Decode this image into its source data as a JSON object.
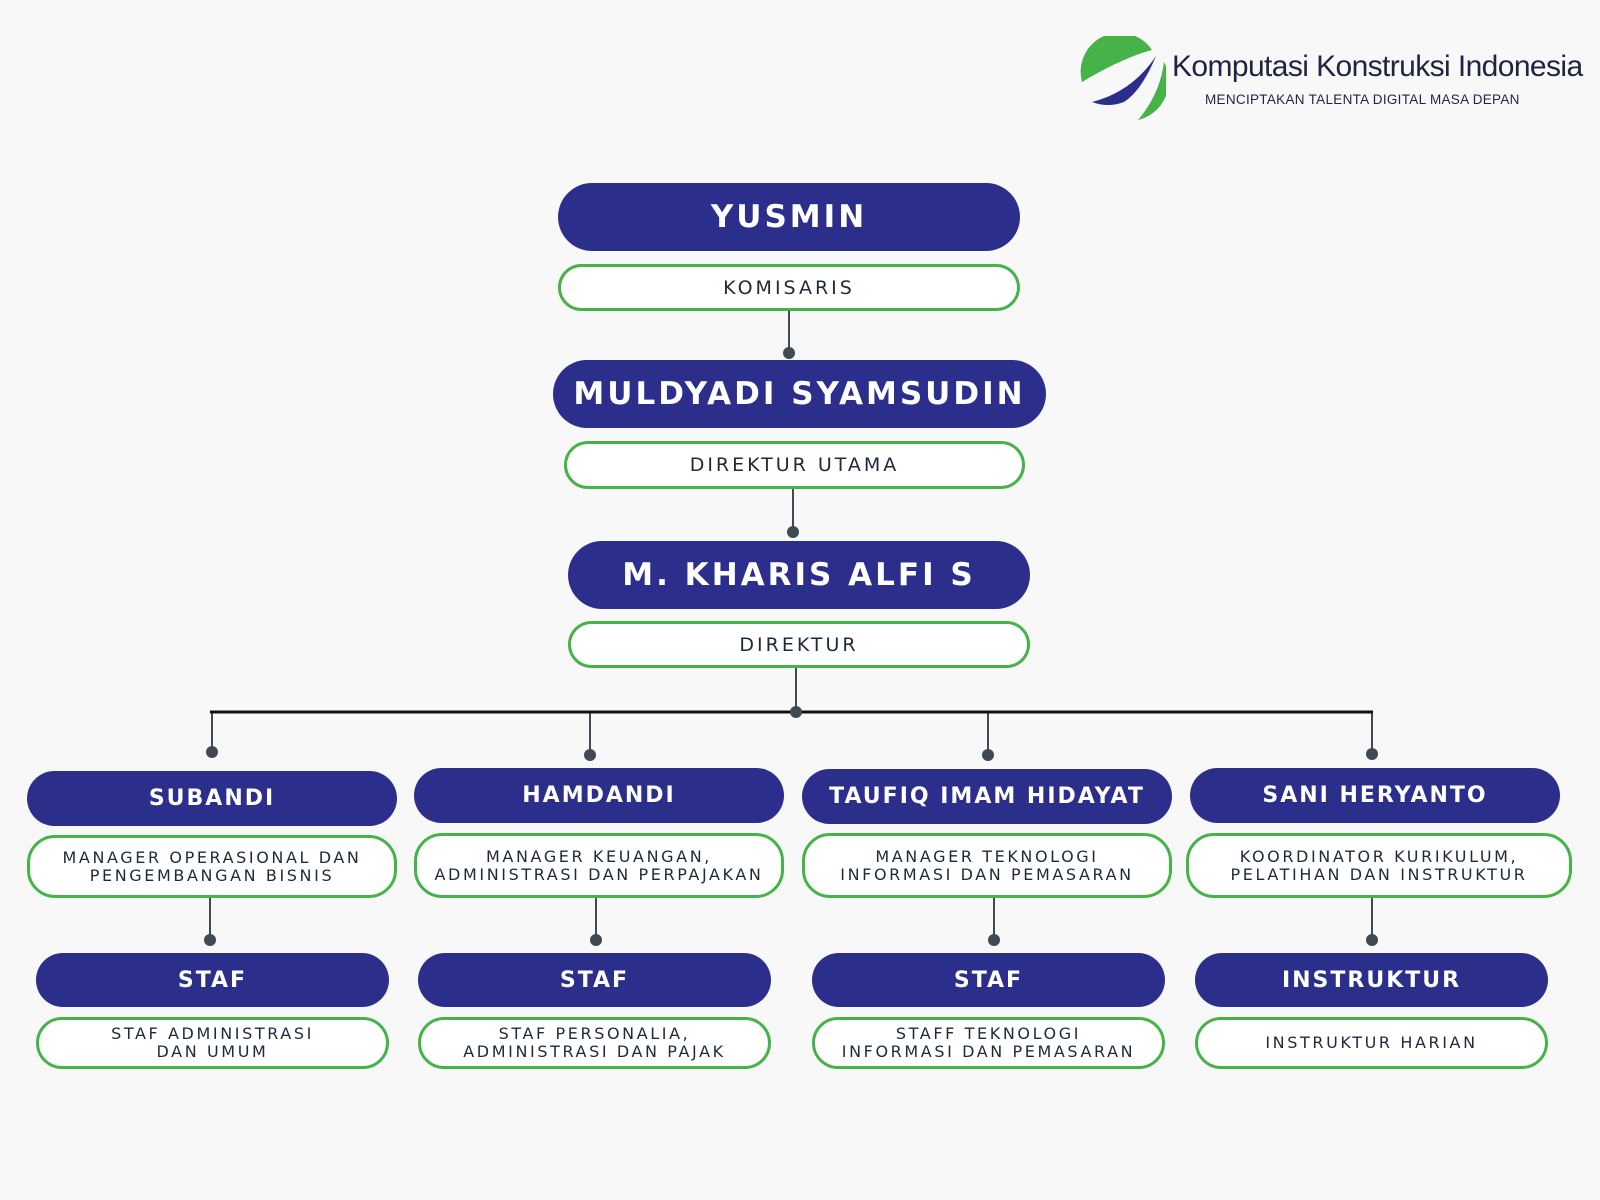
{
  "brand": {
    "name": "Komputasi Konstruksi Indonesia",
    "tagline": "MENCIPTAKAN TALENTA DIGITAL MASA DEPAN",
    "colors": {
      "navy": "#2b2f8b",
      "green": "#45b348",
      "text": "#1c2a3a"
    }
  },
  "top_chain": [
    {
      "name": "YUSMIN",
      "role": "KOMISARIS"
    },
    {
      "name": "MULDYADI SYAMSUDIN",
      "role": "DIREKTUR UTAMA"
    },
    {
      "name": "M. KHARIS ALFI S",
      "role": "DIREKTUR"
    }
  ],
  "departments": [
    {
      "name": "SUBANDI",
      "role": "MANAGER OPERASIONAL DAN\nPENGEMBANGAN BISNIS",
      "sub": {
        "name": "STAF",
        "role": "STAF ADMINISTRASI\nDAN UMUM"
      }
    },
    {
      "name": "HAMDANDI",
      "role": "MANAGER KEUANGAN,\nADMINISTRASI DAN PERPAJAKAN",
      "sub": {
        "name": "STAF",
        "role": "STAF PERSONALIA,\nADMINISTRASI DAN PAJAK"
      }
    },
    {
      "name": "TAUFIQ IMAM HIDAYAT",
      "role": "MANAGER TEKNOLOGI\nINFORMASI DAN PEMASARAN",
      "sub": {
        "name": "STAF",
        "role": "STAFF TEKNOLOGI\nINFORMASI DAN PEMASARAN"
      }
    },
    {
      "name": "SANI HERYANTO",
      "role": "KOORDINATOR KURIKULUM,\nPELATIHAN DAN INSTRUKTUR",
      "sub": {
        "name": "INSTRUKTUR",
        "role": "INSTRUKTUR HARIAN"
      }
    }
  ]
}
